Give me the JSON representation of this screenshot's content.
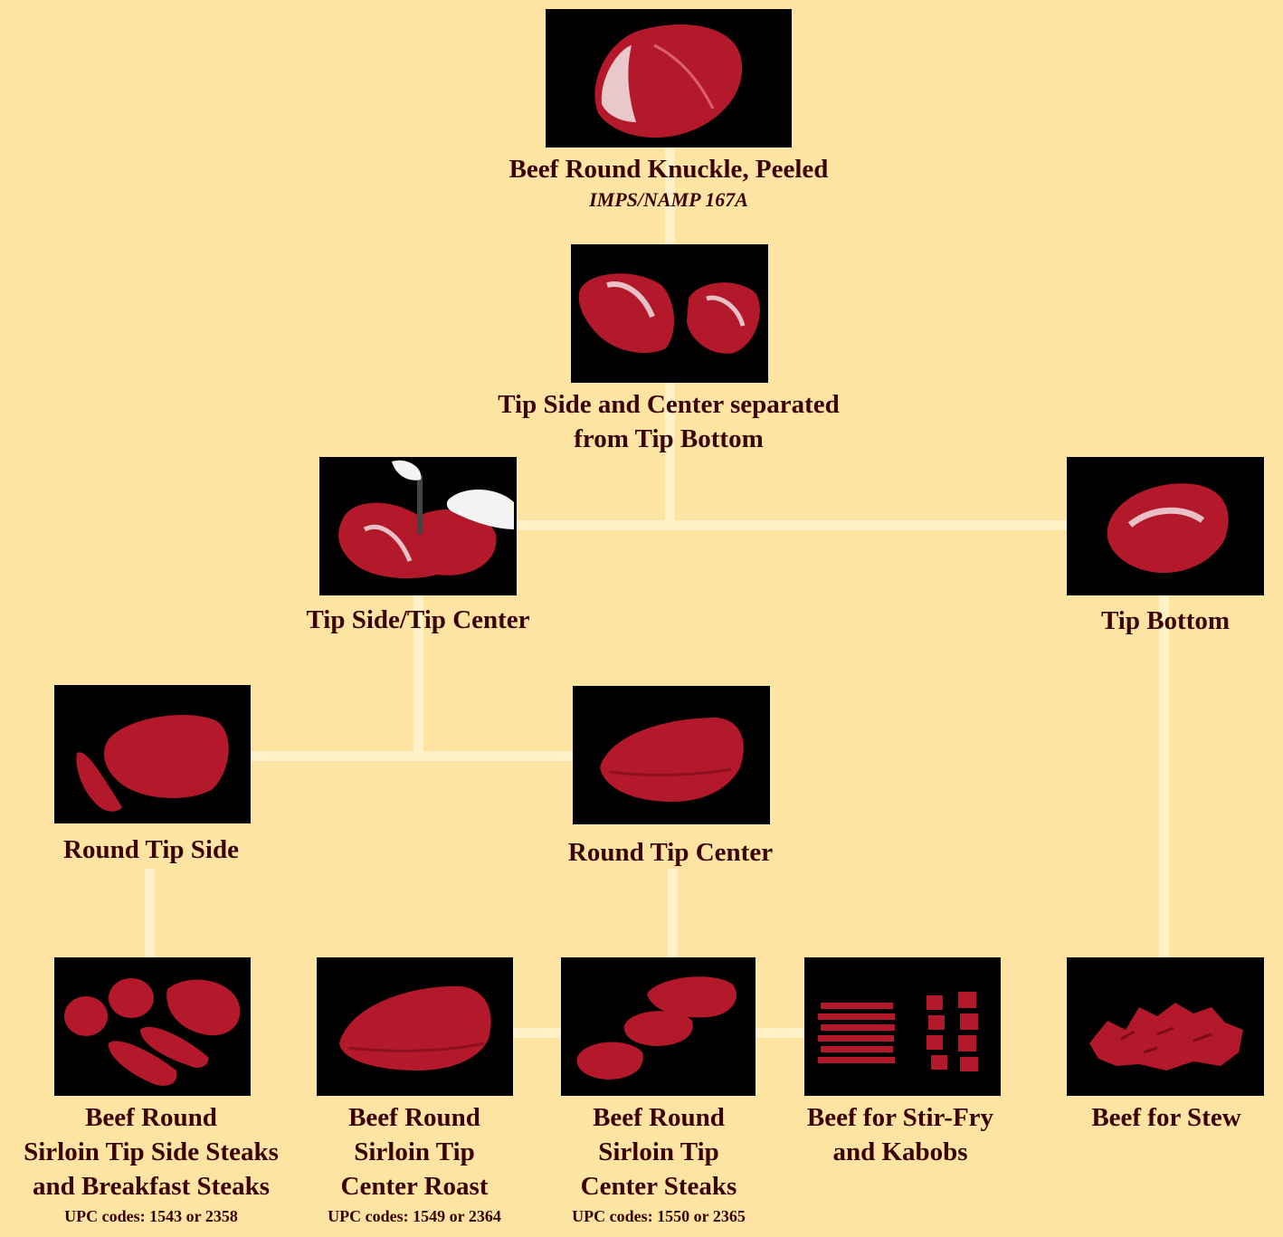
{
  "nodes": {
    "knuckle": {
      "lines": [
        "Beef Round Knuckle, Peeled"
      ],
      "sub": "IMPS/NAMP 167A"
    },
    "separated": {
      "lines": [
        "Tip Side and Center separated",
        "from Tip Bottom"
      ]
    },
    "tip_side_center": {
      "lines": [
        "Tip Side/Tip Center"
      ]
    },
    "tip_bottom": {
      "lines": [
        "Tip Bottom"
      ]
    },
    "round_tip_side": {
      "lines": [
        "Round Tip Side"
      ]
    },
    "round_tip_center": {
      "lines": [
        "Round Tip Center"
      ]
    },
    "side_steaks": {
      "lines": [
        "Beef Round",
        "Sirloin Tip Side Steaks",
        "and Breakfast Steaks"
      ],
      "upc": "UPC codes: 1543 or 2358"
    },
    "center_roast": {
      "lines": [
        "Beef Round",
        "Sirloin Tip",
        "Center Roast"
      ],
      "upc": "UPC codes: 1549 or 2364"
    },
    "center_steaks": {
      "lines": [
        "Beef Round",
        "Sirloin Tip",
        "Center Steaks"
      ],
      "upc": "UPC codes: 1550 or 2365"
    },
    "stir_fry": {
      "lines": [
        "Beef for Stir-Fry",
        "and Kabobs"
      ]
    },
    "stew": {
      "lines": [
        "Beef for Stew"
      ]
    }
  },
  "colors": {
    "background": "#fde4a3",
    "connector": "#fff2c9",
    "text": "#3b0303",
    "photo": "#000000",
    "meat": "#b3192b"
  }
}
